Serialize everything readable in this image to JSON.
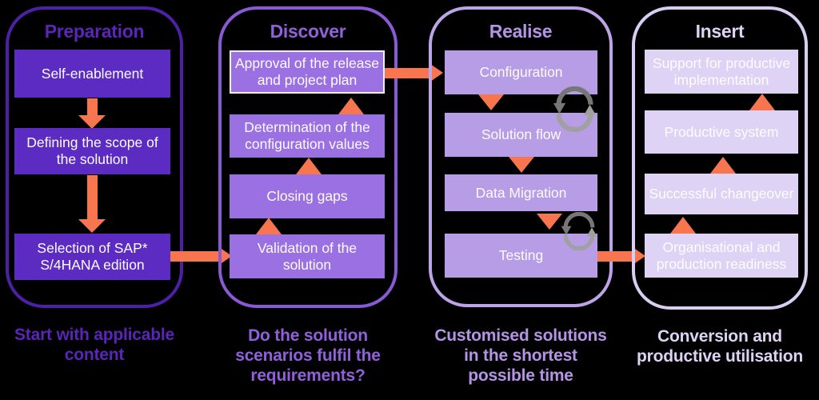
{
  "colors": {
    "background": "#000000",
    "arrow_orange": "#F7764F",
    "cycle_gray_dark": "#777777",
    "cycle_gray_light": "#A0A0A0",
    "box_text": "#FDFCFE",
    "col1_accent": "#5A25B8",
    "col1_box": "#5C2BC2",
    "col1_border": "#4E20A8",
    "col2_accent": "#9160DB",
    "col2_box": "#9B70E2",
    "col2_border": "#8A5AD6",
    "col3_accent": "#B593E6",
    "col3_box": "#B79CE6",
    "col3_border": "#BDA4E6",
    "col4_accent": "#DED3F4",
    "col4_box": "#DED3F4",
    "col4_border": "#D9CEF2",
    "highlight_box_border": "#F4EFFC"
  },
  "columns": [
    {
      "title": "Preparation",
      "caption": [
        "Start with applicable",
        "content"
      ],
      "boxes": [
        [
          "Self-enablement"
        ],
        [
          "Defining the scope of",
          "the solution"
        ],
        [
          "Selection of SAP*",
          "S/4HANA edition"
        ]
      ]
    },
    {
      "title": "Discover",
      "caption": [
        "Do the solution",
        "scenarios fulfil the",
        "requirements?"
      ],
      "boxes": [
        [
          "Approval of the release",
          "and project plan"
        ],
        [
          "Determination of the",
          "configuration values"
        ],
        [
          "Closing gaps"
        ],
        [
          "Validation of the",
          "solution"
        ]
      ]
    },
    {
      "title": "Realise",
      "caption": [
        "Customised solutions",
        "in the shortest",
        "possible time"
      ],
      "boxes": [
        [
          "Configuration"
        ],
        [
          "Solution flow"
        ],
        [
          "Data Migration"
        ],
        [
          "Testing"
        ]
      ]
    },
    {
      "title": "Insert",
      "caption": [
        "Conversion and",
        "productive utilisation"
      ],
      "boxes": [
        [
          "Support for productive",
          "implementation"
        ],
        [
          "Productive system"
        ],
        [
          "Successful changeover"
        ],
        [
          "Organisational and",
          "production readiness"
        ]
      ]
    }
  ]
}
